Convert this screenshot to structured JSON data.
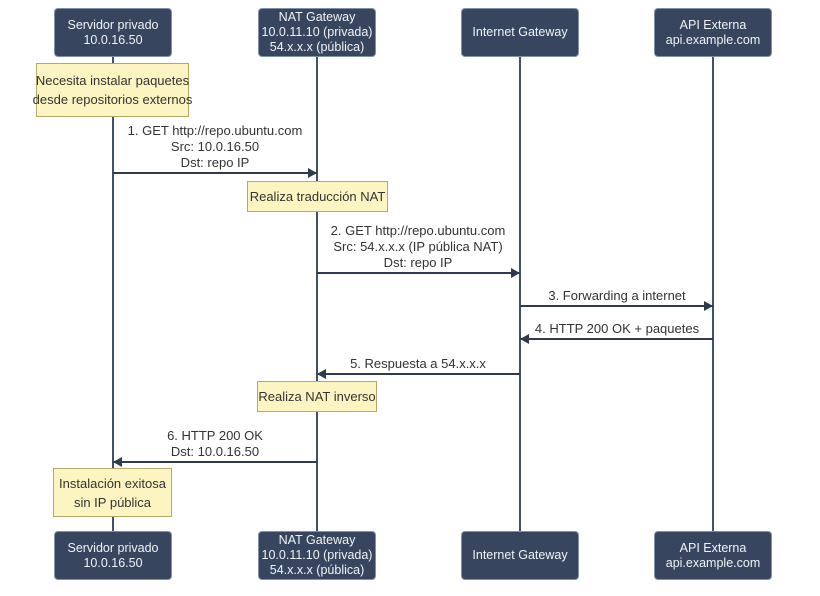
{
  "colors": {
    "background": "#ffffff",
    "actor_fill": "#37465e",
    "actor_border": "#8092ab",
    "actor_text": "#f0f3f7",
    "note_fill": "#fcf5c2",
    "note_border": "#b3aa6a",
    "note_text": "#333333",
    "lifeline": "#41506b",
    "line": "#2e3a4e",
    "message_text": "#333333"
  },
  "actors": [
    {
      "id": "servidor-privado",
      "label_lines": [
        "Servidor privado",
        "10.0.16.50"
      ]
    },
    {
      "id": "nat-gateway",
      "label_lines": [
        "NAT Gateway",
        "10.0.11.10 (privada)",
        "54.x.x.x (pública)"
      ]
    },
    {
      "id": "internet-gateway",
      "label_lines": [
        "Internet Gateway"
      ]
    },
    {
      "id": "api-externa",
      "label_lines": [
        "API Externa",
        "api.example.com"
      ]
    }
  ],
  "notes": [
    {
      "over": "Servidor privado",
      "lines": [
        "Necesita instalar paquetes",
        "desde repositorios externos"
      ]
    },
    {
      "over": "NAT Gateway",
      "lines": [
        "Realiza traducción NAT"
      ]
    },
    {
      "over": "NAT Gateway",
      "lines": [
        "Realiza NAT inverso"
      ]
    },
    {
      "over": "Servidor privado",
      "lines": [
        "Instalación exitosa",
        "sin IP pública"
      ]
    }
  ],
  "messages": [
    {
      "from": "Servidor privado",
      "to": "NAT Gateway",
      "direction": "right",
      "lines": [
        "1. GET http://repo.ubuntu.com",
        "Src: 10.0.16.50",
        "Dst: repo IP"
      ]
    },
    {
      "from": "NAT Gateway",
      "to": "Internet Gateway",
      "direction": "right",
      "lines": [
        "2. GET http://repo.ubuntu.com",
        "Src: 54.x.x.x (IP pública NAT)",
        "Dst: repo IP"
      ]
    },
    {
      "from": "Internet Gateway",
      "to": "API Externa",
      "direction": "right",
      "lines": [
        "3. Forwarding a internet"
      ]
    },
    {
      "from": "API Externa",
      "to": "Internet Gateway",
      "direction": "left",
      "lines": [
        "4. HTTP 200 OK + paquetes"
      ]
    },
    {
      "from": "Internet Gateway",
      "to": "NAT Gateway",
      "direction": "left",
      "lines": [
        "5. Respuesta a 54.x.x.x"
      ]
    },
    {
      "from": "NAT Gateway",
      "to": "Servidor privado",
      "direction": "left",
      "lines": [
        "6. HTTP 200 OK",
        "Dst: 10.0.16.50"
      ]
    }
  ]
}
